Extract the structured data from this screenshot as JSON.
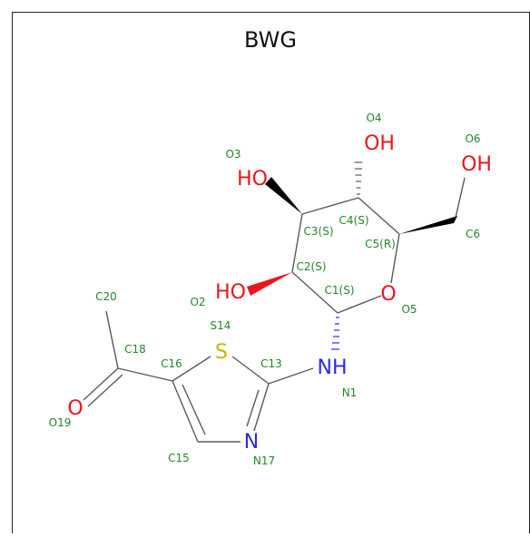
{
  "title": "BWG",
  "colors": {
    "oxygen": "#e8161c",
    "nitrogen": "#2a2ae6",
    "sulfur": "#c9b200",
    "carbon_label": "#23862a",
    "bond": "#5a5a5a",
    "frame": "#222222"
  },
  "atoms": {
    "oh_o4": "OH",
    "oh_o6": "OH",
    "ho_o3": "HO",
    "ho_o2": "HO",
    "o_ring": "O",
    "s_ring": "S",
    "nh": "NH",
    "n_ring": "N",
    "o_carbonyl": "O"
  },
  "labels": {
    "O4": "O4",
    "O6": "O6",
    "O3": "O3",
    "C4": "C4(S)",
    "C3": "C3(S)",
    "C6": "C6",
    "C5": "C5(R)",
    "C2": "C2(S)",
    "C1": "C1(S)",
    "O2": "O2",
    "O5": "O5",
    "C20": "C20",
    "S14": "S14",
    "C18": "C18",
    "C16": "C16",
    "C13": "C13",
    "N1": "N1",
    "O19": "O19",
    "C15": "C15",
    "N17": "N17"
  }
}
